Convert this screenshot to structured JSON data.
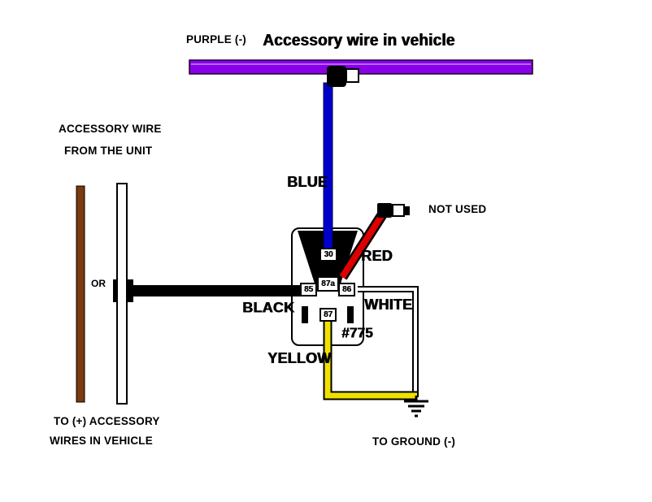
{
  "title": "Relay accessory wiring diagram",
  "labels": {
    "purple_wire": "PURPLE (-)",
    "accessory_wire_in_vehicle": "Accessory wire in vehicle",
    "accessory_wire_from_unit_line1": "ACCESSORY WIRE",
    "accessory_wire_from_unit_line2": "FROM THE UNIT",
    "blue": "BLUE",
    "not_used": "NOT USED",
    "red": "RED",
    "black": "BLACK",
    "white": "WHITE",
    "part_number": "#775",
    "yellow": "YELLOW",
    "or": "OR",
    "to_accessory_line1": "TO (+) ACCESSORY",
    "to_accessory_line2": "WIRES IN VEHICLE",
    "to_ground": "TO GROUND (-)"
  },
  "relay": {
    "terminals": {
      "t30": "30",
      "t85": "85",
      "t87a": "87a",
      "t86": "86",
      "t87": "87"
    }
  },
  "colors": {
    "purple": "#8A00E6",
    "blue": "#0000CC",
    "red": "#DD0000",
    "yellow": "#F0E000",
    "brown": "#7B3A10",
    "black": "#000000",
    "white": "#FFFFFF"
  }
}
